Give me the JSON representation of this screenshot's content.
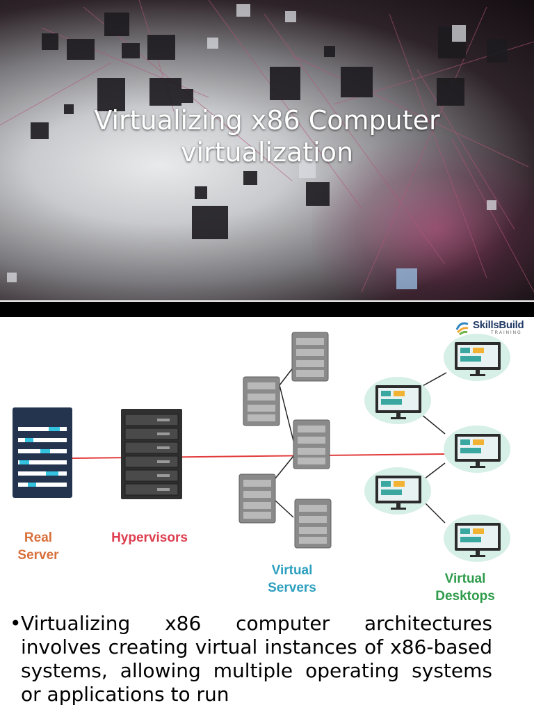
{
  "title_slide": {
    "title_line1": "Virtualizing x86 Computer",
    "title_line2": "virtualization"
  },
  "diagram": {
    "logo": {
      "name": "SkillsBuild",
      "tagline": "TRAINING",
      "icon": "swirl-logo-icon"
    },
    "labels": {
      "real_server_1": "Real",
      "real_server_2": "Server",
      "hypervisors": "Hypervisors",
      "virtual_servers_1": "Virtual",
      "virtual_servers_2": "Servers",
      "virtual_desktops_1": "Virtual",
      "virtual_desktops_2": "Desktops"
    },
    "colors": {
      "real_server_label": "#d86f3a",
      "hypervisors_label": "#dd3d4e",
      "virtual_servers_label": "#2d9fbe",
      "virtual_desktops_label": "#2e9b4a",
      "connection_line": "#e23b3b",
      "real_server_body": "#24344f",
      "hypervisor_body": "#2f2f2f",
      "virtual_server_body": "#8a8a8a",
      "desktop_cloud": "#d6efe7"
    },
    "icons": [
      "real-server-rack-icon",
      "hypervisor-rack-icon",
      "virtual-server-icon",
      "virtual-desktop-icon"
    ]
  },
  "body": {
    "bullet": "•",
    "text": "Virtualizing x86 computer architectures involves creating virtual instances of x86-based systems, allowing multiple operating systems or applications to run"
  }
}
